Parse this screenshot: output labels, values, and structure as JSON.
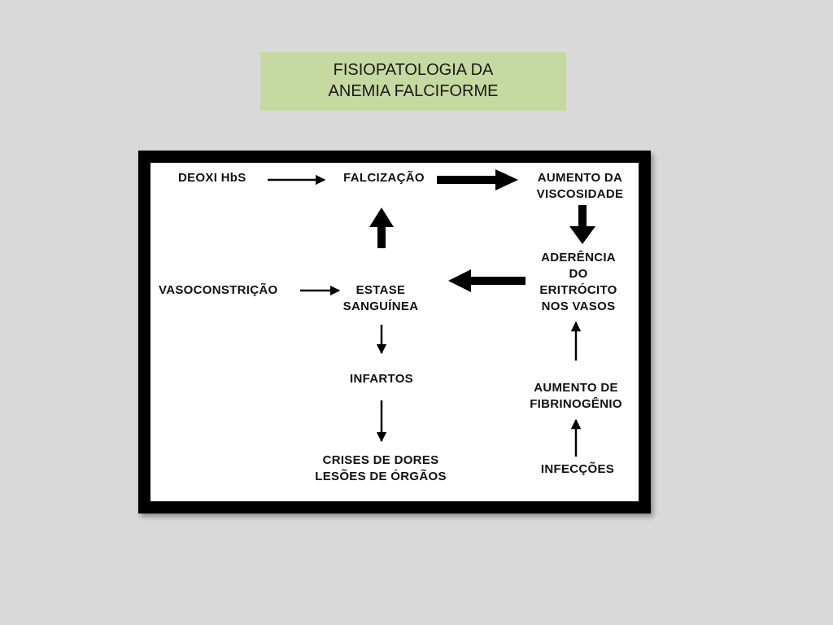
{
  "title": {
    "line1": "FISIOPATOLOGIA DA",
    "line2": "ANEMIA FALCIFORME"
  },
  "diagram": {
    "nodes": {
      "deoxi": "DEOXI HbS",
      "falcizacao": "FALCIZAÇÃO",
      "viscosidade": [
        "AUMENTO DA",
        "VISCOSIDADE"
      ],
      "vasoconstricao": "VASOCONSTRIÇÃO",
      "estase": [
        "ESTASE",
        "SANGUÍNEA"
      ],
      "aderencia": [
        "ADERÊNCIA",
        "DO",
        "ERITRÓCITO",
        "NOS VASOS"
      ],
      "infartos": "INFARTOS",
      "fibrinogenio": [
        "AUMENTO DE",
        "FIBRINOGÊNIO"
      ],
      "crises": [
        "CRISES DE DORES",
        "LESÕES DE ÓRGÃOS"
      ],
      "infeccoes": "INFECÇÕES"
    },
    "edges": [
      {
        "from": "deoxi",
        "to": "falcizacao"
      },
      {
        "from": "falcizacao",
        "to": "viscosidade"
      },
      {
        "from": "viscosidade",
        "to": "aderencia"
      },
      {
        "from": "aderencia",
        "to": "estase"
      },
      {
        "from": "estase",
        "to": "falcizacao"
      },
      {
        "from": "vasoconstricao",
        "to": "estase"
      },
      {
        "from": "estase",
        "to": "infartos"
      },
      {
        "from": "infartos",
        "to": "crises"
      },
      {
        "from": "infeccoes",
        "to": "fibrinogenio"
      },
      {
        "from": "fibrinogenio",
        "to": "aderencia"
      }
    ]
  }
}
